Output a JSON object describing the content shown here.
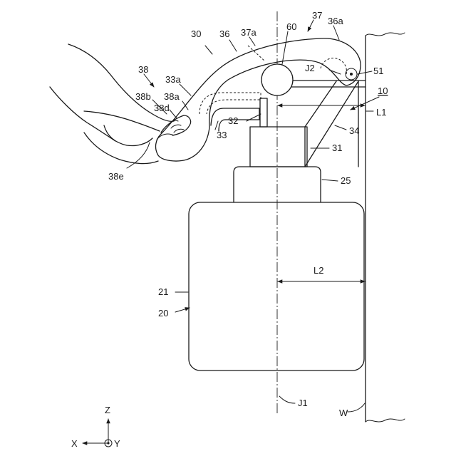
{
  "labels": {
    "l30": "30",
    "l36": "36",
    "l37a": "37a",
    "l60": "60",
    "l37": "37",
    "l36a": "36a",
    "l38": "38",
    "l33a": "33a",
    "l38a": "38a",
    "l38b": "38b",
    "l38d": "38d",
    "lJ2": "J2",
    "l51": "51",
    "l10": "10",
    "lL1": "L1",
    "l32": "32",
    "l33": "33",
    "l34": "34",
    "l31": "31",
    "l38e": "38e",
    "l25": "25",
    "lL2": "L2",
    "l21": "21",
    "l20": "20",
    "lJ1": "J1",
    "lW": "W"
  },
  "axes": {
    "z": "Z",
    "x": "X",
    "y": "Y"
  }
}
